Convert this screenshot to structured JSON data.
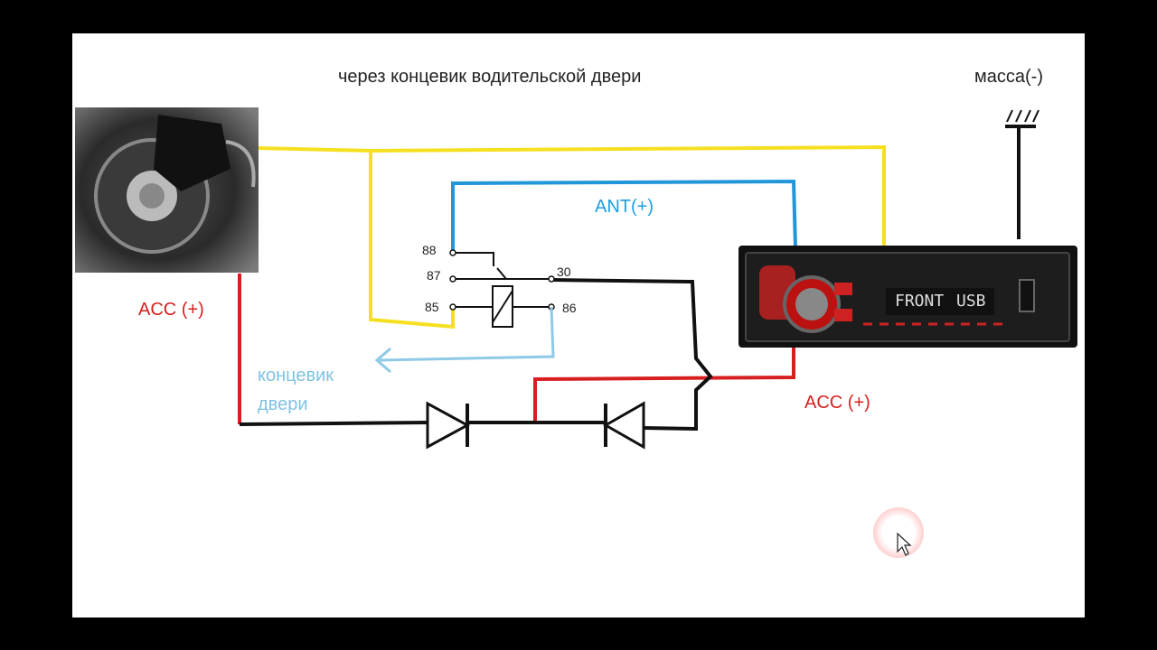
{
  "title": "через концевик водительской двери",
  "ground_label": "масса(-)",
  "ant_label": "ANT(+)",
  "acc_left_label": "ACC (+)",
  "acc_right_label": "ACC (+)",
  "door_switch_label_line1": "концевик",
  "door_switch_label_line2": "двери",
  "relay_pins": {
    "p88": "88",
    "p87": "87",
    "p85": "85",
    "p30": "30",
    "p86": "86"
  },
  "radio_display": {
    "text1": "FRONT",
    "text2": "USB"
  },
  "colors": {
    "yellow_wire": "#f5e020",
    "blue_wire": "#2196d8",
    "red_wire": "#d81f1f",
    "black_wire": "#111111",
    "door_wire": "#8ecae6"
  }
}
